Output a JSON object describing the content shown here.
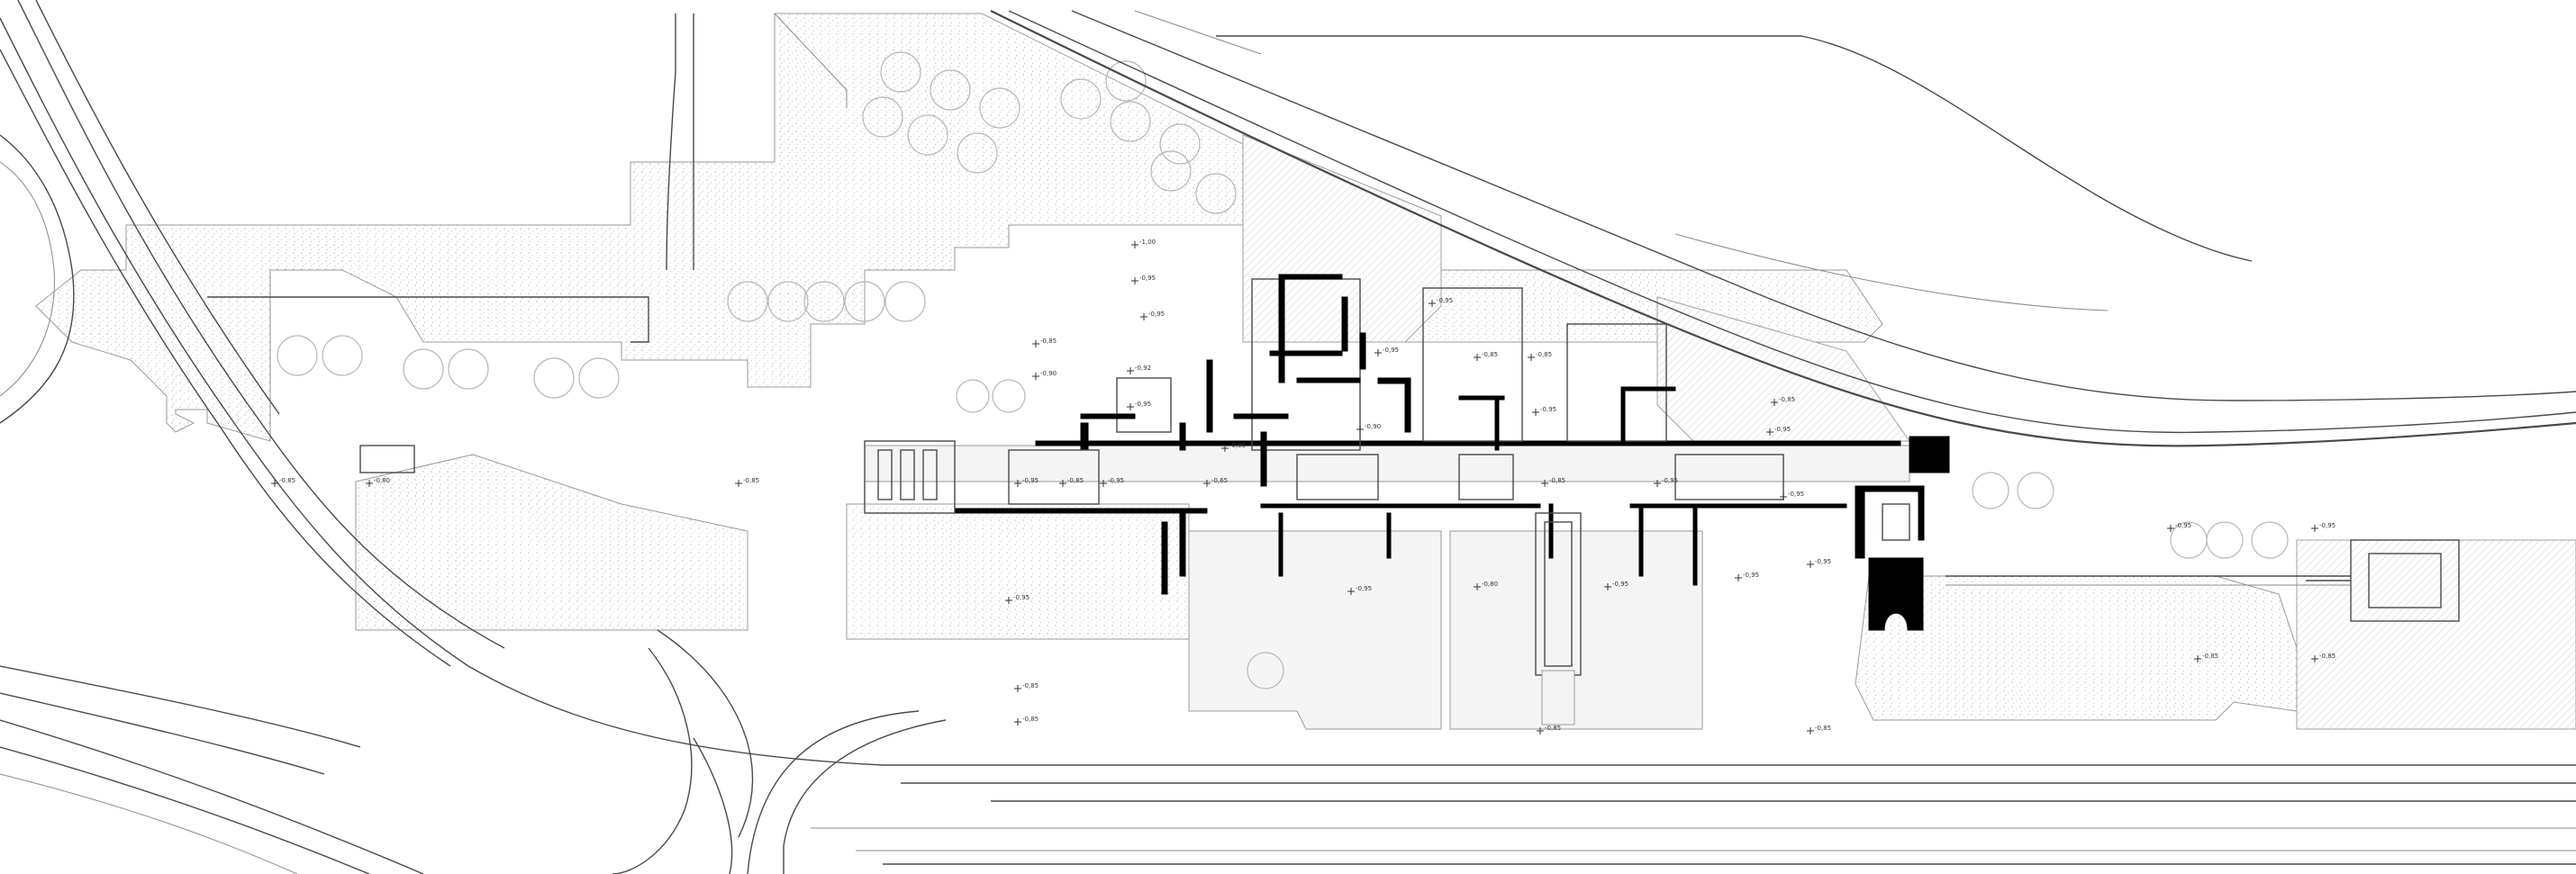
{
  "drawing": {
    "type": "architectural site plan",
    "line_color": "#4a4a4a",
    "wall_color": "#000000",
    "background": "#ffffff"
  },
  "level_markers": [
    {
      "label": "-0,85",
      "id": "lv1"
    },
    {
      "label": "-0,80",
      "id": "lv2"
    },
    {
      "label": "-0,85",
      "id": "lv3"
    },
    {
      "label": "-1,00",
      "id": "lv4"
    },
    {
      "label": "-0,95",
      "id": "lv5"
    },
    {
      "label": "-0,85",
      "id": "lv6"
    },
    {
      "label": "-0,90",
      "id": "lv7"
    },
    {
      "label": "-0,95",
      "id": "lv8"
    },
    {
      "label": "-0,92",
      "id": "lv9"
    },
    {
      "label": "-0,95",
      "id": "lv10"
    },
    {
      "label": "-0,95",
      "id": "lv11"
    },
    {
      "label": "-0,85",
      "id": "lv12"
    },
    {
      "label": "-0,95",
      "id": "lv13"
    },
    {
      "label": "-0,65",
      "id": "lv14"
    },
    {
      "label": "-0,95",
      "id": "lv15"
    },
    {
      "label": "-0,90",
      "id": "lv16"
    },
    {
      "label": "-0,95",
      "id": "lv17"
    },
    {
      "label": "-0,95",
      "id": "lv18"
    },
    {
      "label": "-0,85",
      "id": "lv19"
    },
    {
      "label": "-0,85",
      "id": "lv20"
    },
    {
      "label": "-0,85",
      "id": "lv21"
    },
    {
      "label": "-0,95",
      "id": "lv22"
    },
    {
      "label": "-0,95",
      "id": "lv23"
    },
    {
      "label": "-0,85",
      "id": "lv24"
    },
    {
      "label": "-0,95",
      "id": "lv25"
    },
    {
      "label": "-0,95",
      "id": "lv26"
    },
    {
      "label": "-0,95",
      "id": "lv27"
    },
    {
      "label": "-0,80",
      "id": "lv28"
    },
    {
      "label": "-0,95",
      "id": "lv29"
    },
    {
      "label": "-0,95",
      "id": "lv30"
    },
    {
      "label": "-0,95",
      "id": "lv31"
    },
    {
      "label": "-0,95",
      "id": "lv32"
    },
    {
      "label": "-0,95",
      "id": "lv33"
    },
    {
      "label": "-0,95",
      "id": "lv34"
    },
    {
      "label": "-0,85",
      "id": "lv35"
    },
    {
      "label": "-0,85",
      "id": "lv36"
    },
    {
      "label": "-0,85",
      "id": "lv37"
    },
    {
      "label": "-0,85",
      "id": "lv38"
    },
    {
      "label": "-0,85",
      "id": "lv39"
    },
    {
      "label": "-0,85",
      "id": "lv40"
    }
  ]
}
